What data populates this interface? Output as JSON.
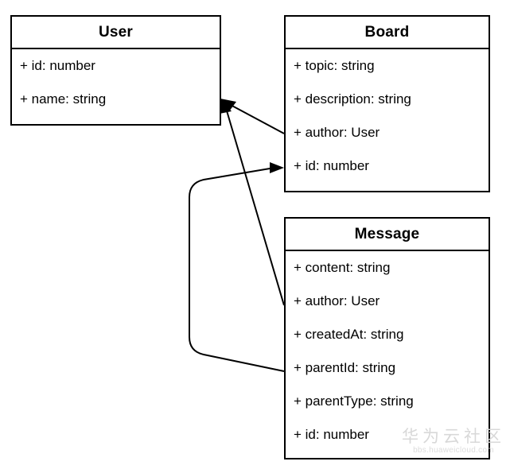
{
  "diagram": {
    "kind": "uml-class-diagram",
    "background": "#ffffff",
    "stroke_color": "#000000",
    "text_color": "#000000",
    "classes": [
      {
        "id": "user",
        "name": "User",
        "attributes": [
          "+ id: number",
          "+ name: string"
        ]
      },
      {
        "id": "board",
        "name": "Board",
        "attributes": [
          "+ topic: string",
          "+ description: string",
          "+ author: User",
          "+ id: number"
        ]
      },
      {
        "id": "message",
        "name": "Message",
        "attributes": [
          "+ content: string",
          "+ author: User",
          "+ createdAt: string",
          "+ parentId: string",
          "+ parentType: string",
          "+ id: number"
        ]
      }
    ],
    "relations": [
      {
        "id": "board-author-to-user",
        "from": "board.author",
        "to": "user",
        "style": "straight",
        "arrow": "filled-triangle"
      },
      {
        "id": "message-author-to-user",
        "from": "message.author",
        "to": "user",
        "style": "straight",
        "arrow": "filled-triangle"
      },
      {
        "id": "message-parentid-to-board-id",
        "from": "message.parentId",
        "to": "board.id",
        "style": "rounded-orthogonal",
        "arrow": "filled-triangle"
      }
    ]
  },
  "watermark": {
    "text_cn": "华为云社区",
    "text_url": "bbs.huaweicloud.com",
    "color": "#d8d8d8"
  }
}
